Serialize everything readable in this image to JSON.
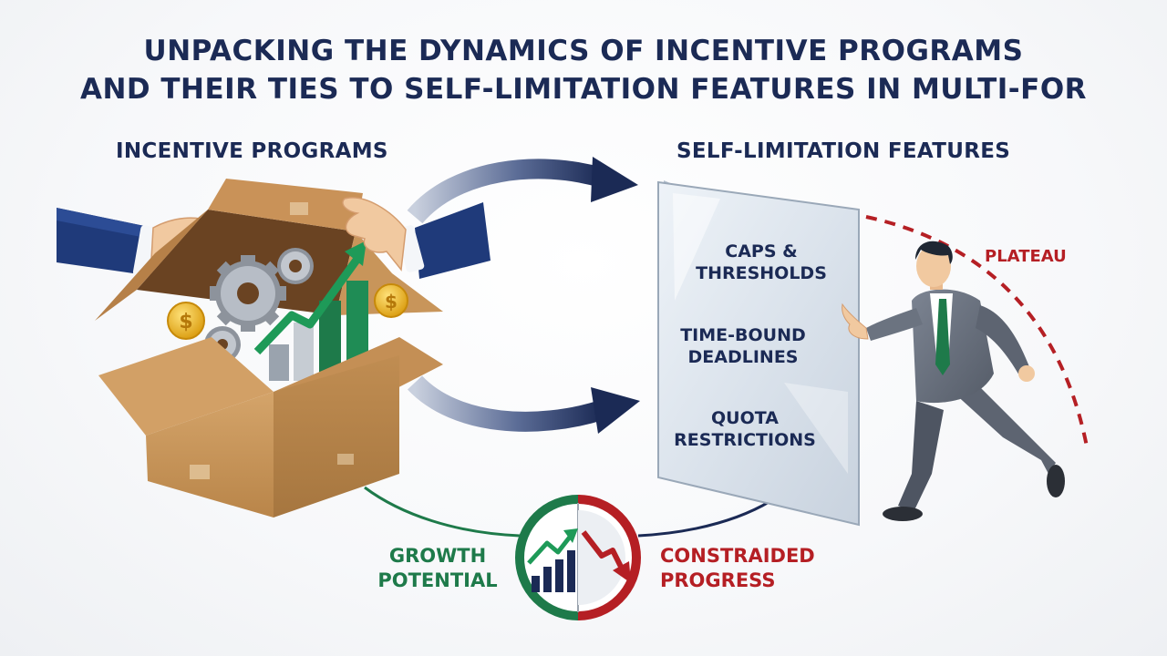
{
  "title": {
    "line1": "UNPACKING THE DYNAMICS OF INCENTIVE PROGRAMS",
    "line2": "AND THEIR TIES TO SELF-LIMITATION FEATURES IN MULTI-FOR"
  },
  "left": {
    "heading": "INCENTIVE PROGRAMS"
  },
  "right": {
    "heading": "SELF-LIMITATION FEATURES",
    "features": [
      {
        "line1": "CAPS &",
        "line2": "THRESHOLDS"
      },
      {
        "line1": "TIME-BOUND",
        "line2": "DEADLINES"
      },
      {
        "line1": "QUOTA",
        "line2": "RESTRICTIONS"
      }
    ],
    "plateau": "PLATEAU"
  },
  "bottom": {
    "growth": {
      "line1": "GROWTH",
      "line2": "POTENTIAL"
    },
    "constrained": {
      "line1": "CONSTRAIDED",
      "line2": "PROGRESS"
    }
  },
  "colors": {
    "navy": "#1b2a55",
    "green": "#1e7a4a",
    "red": "#b51f24",
    "cardboard": "#c9965c",
    "gold": "#f2b417"
  }
}
